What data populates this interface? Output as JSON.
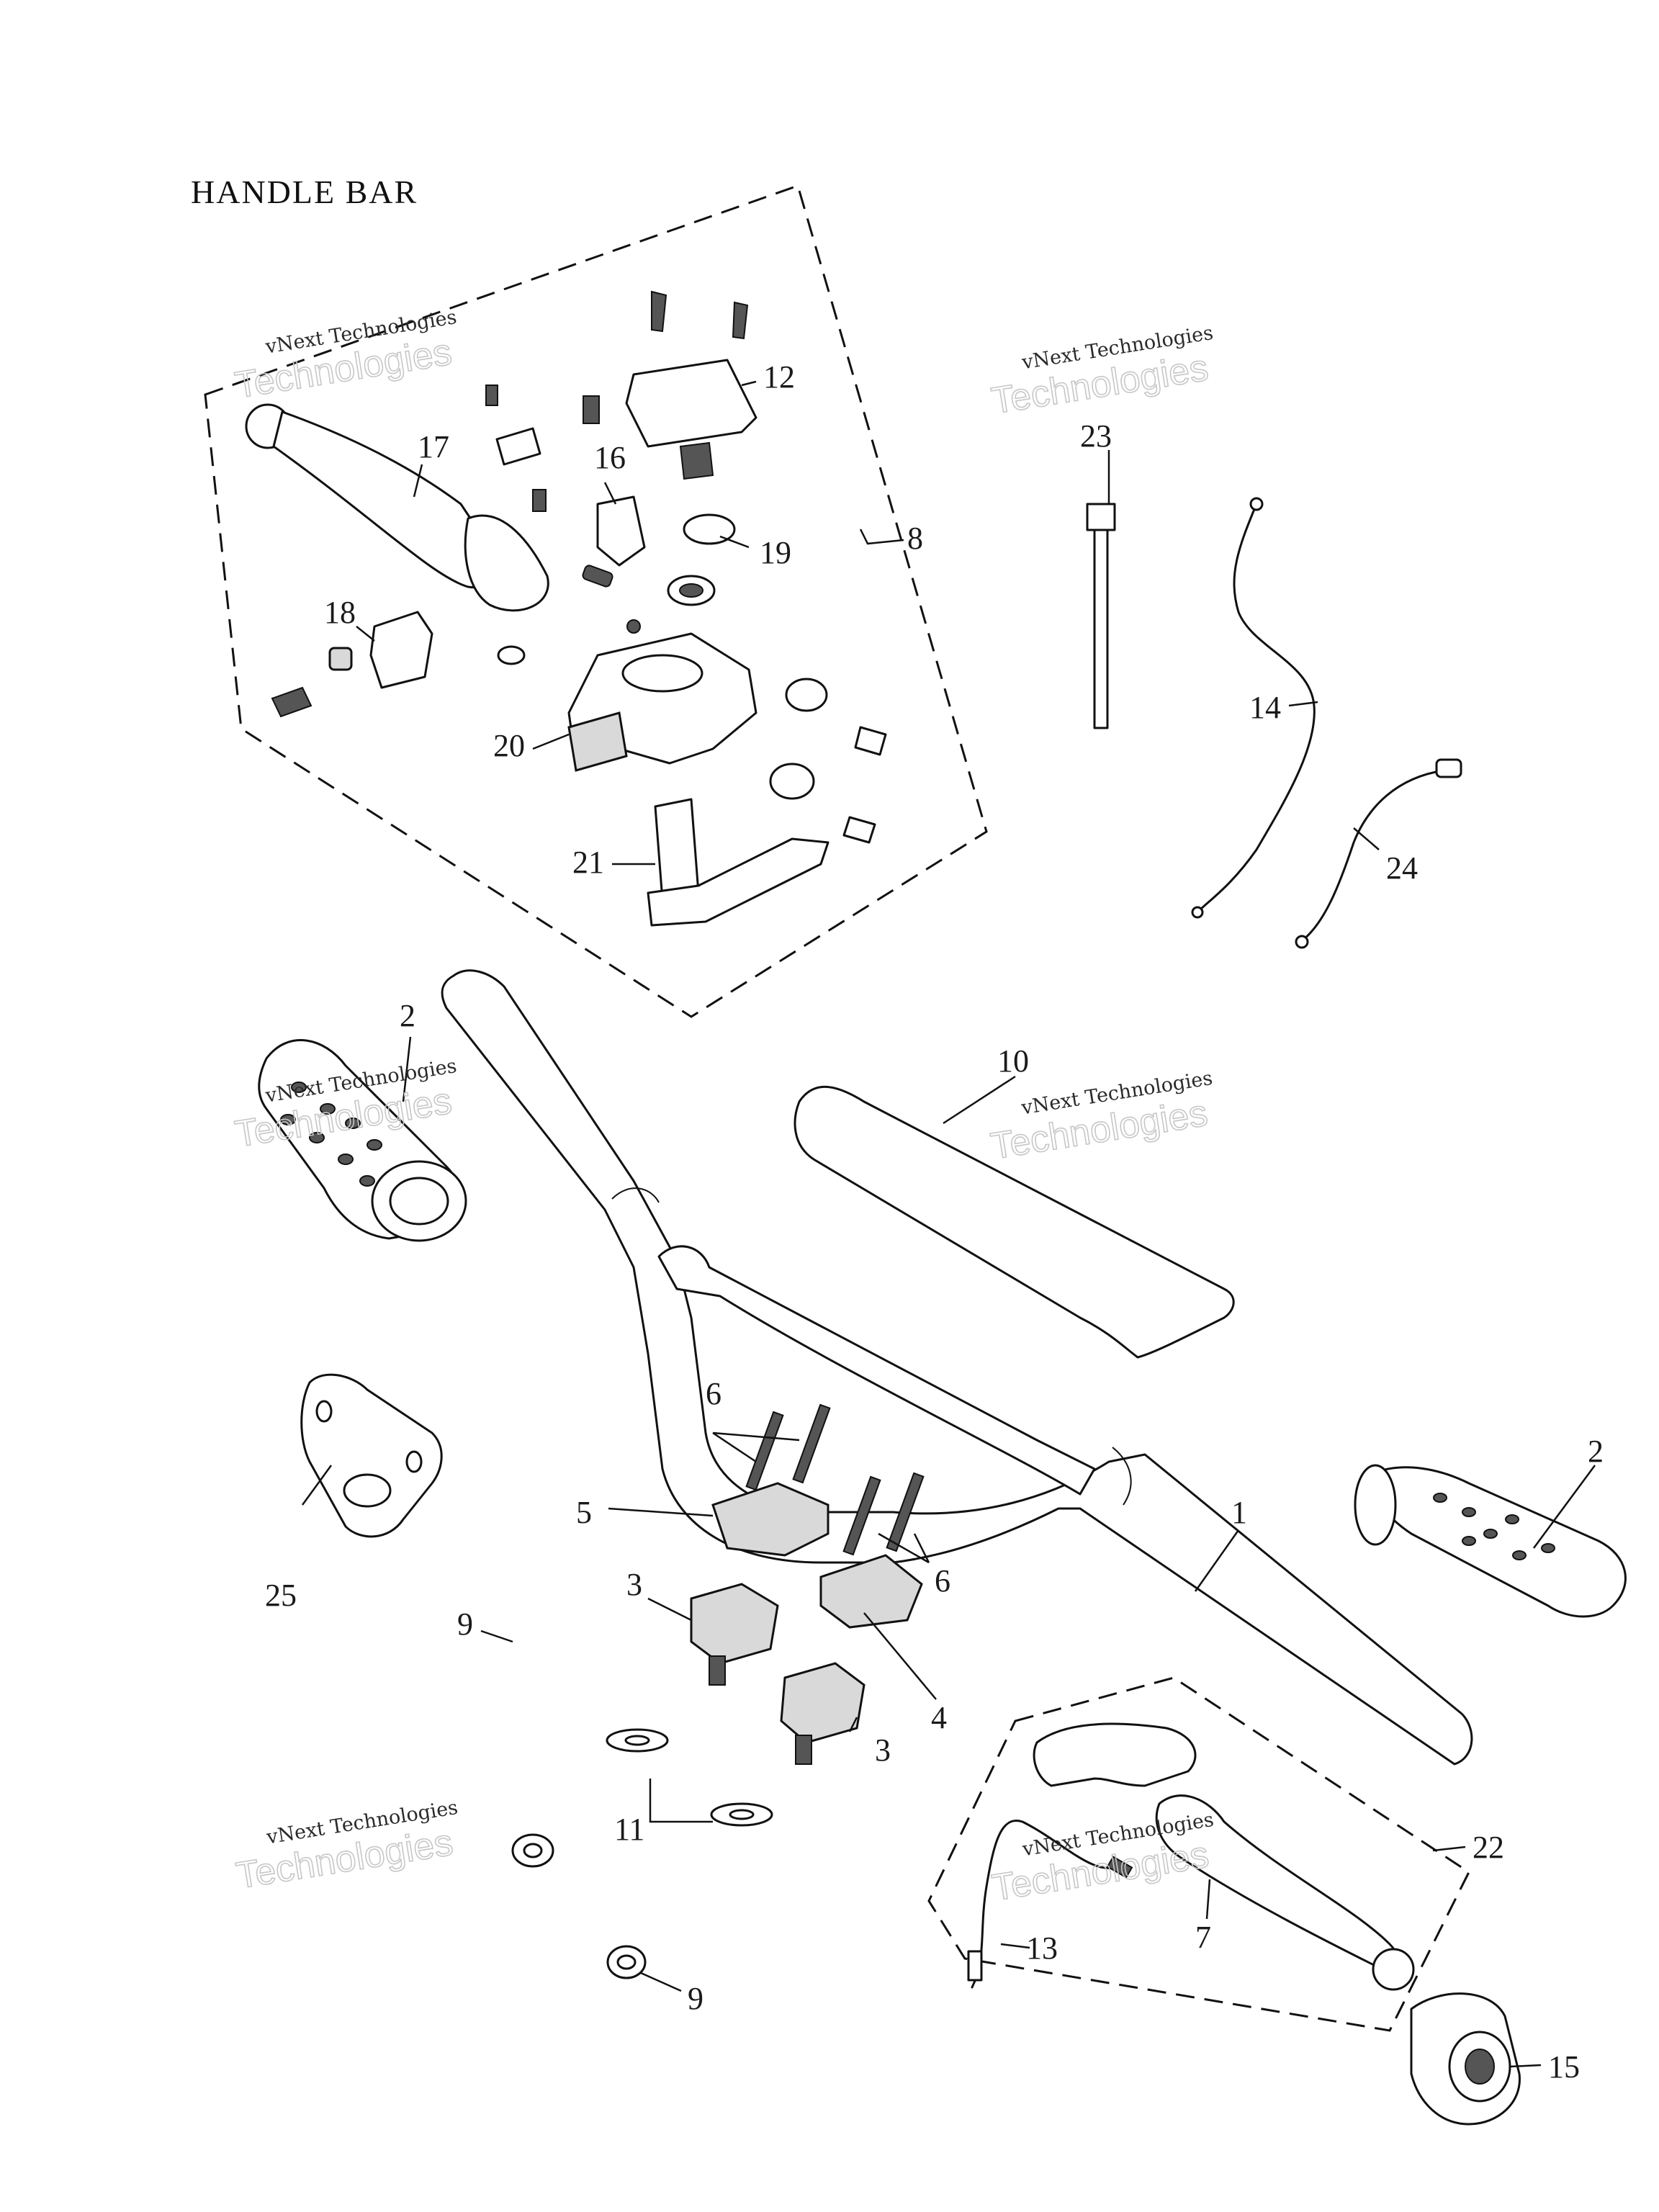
{
  "title": "HANDLE BAR",
  "watermark": {
    "line1": "vNext Technologies",
    "line2": "Technologies"
  },
  "parts": [
    {
      "id": "p1",
      "label": "1"
    },
    {
      "id": "p2a",
      "label": "2"
    },
    {
      "id": "p2b",
      "label": "2"
    },
    {
      "id": "p3a",
      "label": "3"
    },
    {
      "id": "p3b",
      "label": "3"
    },
    {
      "id": "p4",
      "label": "4"
    },
    {
      "id": "p5",
      "label": "5"
    },
    {
      "id": "p6a",
      "label": "6"
    },
    {
      "id": "p6b",
      "label": "6"
    },
    {
      "id": "p7",
      "label": "7"
    },
    {
      "id": "p8",
      "label": "8"
    },
    {
      "id": "p9a",
      "label": "9"
    },
    {
      "id": "p9b",
      "label": "9"
    },
    {
      "id": "p10",
      "label": "10"
    },
    {
      "id": "p11",
      "label": "11"
    },
    {
      "id": "p12",
      "label": "12"
    },
    {
      "id": "p13",
      "label": "13"
    },
    {
      "id": "p14",
      "label": "14"
    },
    {
      "id": "p15",
      "label": "15"
    },
    {
      "id": "p16",
      "label": "16"
    },
    {
      "id": "p17",
      "label": "17"
    },
    {
      "id": "p18",
      "label": "18"
    },
    {
      "id": "p19",
      "label": "19"
    },
    {
      "id": "p20",
      "label": "20"
    },
    {
      "id": "p21",
      "label": "21"
    },
    {
      "id": "p22",
      "label": "22"
    },
    {
      "id": "p23",
      "label": "23"
    },
    {
      "id": "p24",
      "label": "24"
    },
    {
      "id": "p25",
      "label": "25"
    }
  ]
}
